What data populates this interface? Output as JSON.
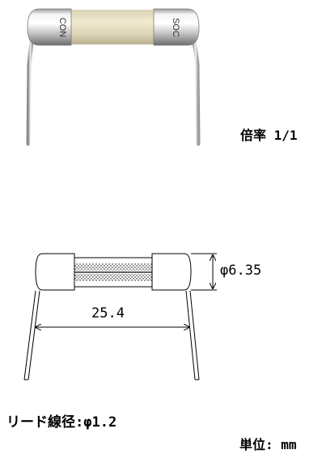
{
  "photo_section": {
    "cap_left_text": "CON",
    "cap_right_text": "SOC",
    "scale_label": "倍率 1/1"
  },
  "drawing_section": {
    "diameter_label": "φ6.35",
    "length_label": "25.4"
  },
  "footer": {
    "lead_wire_label": "リード線径:φ1.2",
    "unit_label": "単位: mm"
  }
}
